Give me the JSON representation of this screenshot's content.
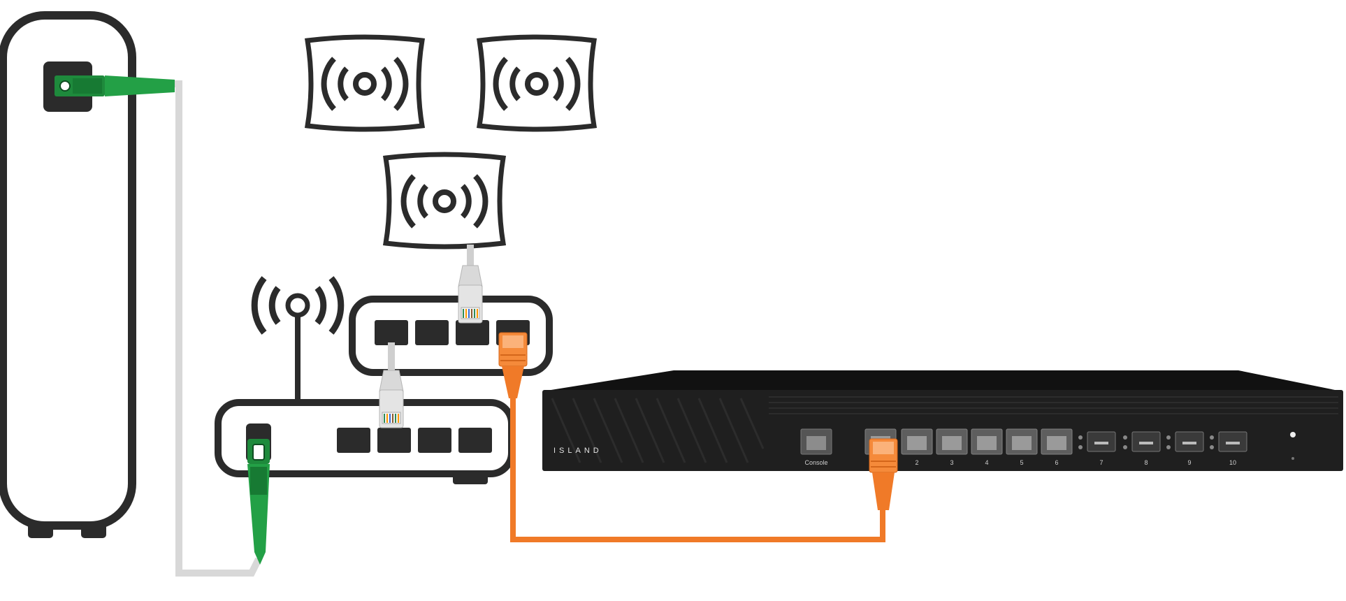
{
  "island": {
    "brand": "ISLAND",
    "console_label": "Console",
    "ports": [
      "2",
      "3",
      "4",
      "5",
      "6"
    ],
    "sfp_ports": [
      "7",
      "8",
      "9",
      "10"
    ]
  },
  "colors": {
    "line": "#2b2b2b",
    "fiber_cable": "#d8d8d8",
    "fiber_connector": "#1e8a3c",
    "ethernet_orange": "#f07a28",
    "ethernet_gray": "#cfcfcf",
    "appliance_body": "#1f1f1f"
  }
}
